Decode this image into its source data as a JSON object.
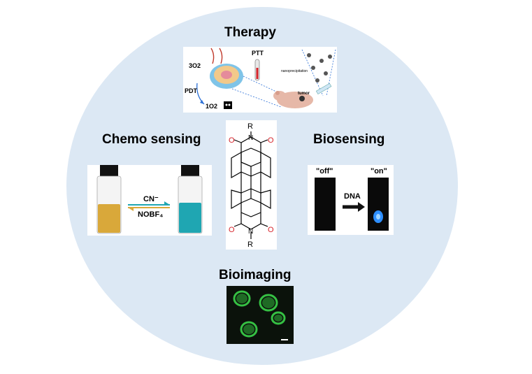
{
  "sections": {
    "therapy": {
      "title": "Therapy",
      "ptt": "PTT",
      "pdt": "PDT",
      "triplet_oxygen": "3O2",
      "singlet_oxygen": "1O2",
      "nanoprecipitation": "nanoprecipitation",
      "tumor": "tumor"
    },
    "chemo_sensing": {
      "title": "Chemo sensing",
      "reagent_top": "CN⁻",
      "reagent_bottom": "NOBF₄"
    },
    "biosensing": {
      "title": "Biosensing",
      "off": "\"off\"",
      "on": "\"on\"",
      "dna": "DNA"
    },
    "bioimaging": {
      "title": "Bioimaging"
    },
    "molecule": {
      "r_top": "R",
      "r_bottom": "R",
      "n_top": "N",
      "n_bottom": "N",
      "o_label": "O"
    }
  },
  "colors": {
    "circle": "#dce8f4",
    "oxygen": "#d6232a",
    "amber_solution": "#d9a83a",
    "teal_solution": "#1fa6b2",
    "fluorescence_green": "#35c043"
  }
}
